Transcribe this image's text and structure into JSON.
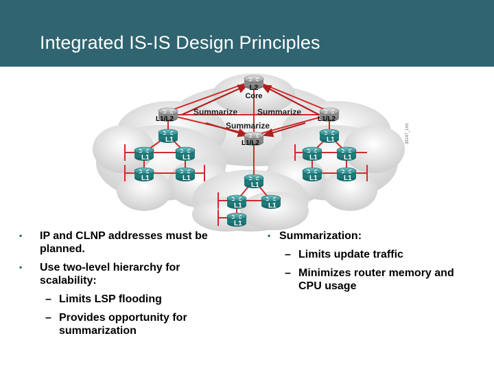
{
  "title": "Integrated IS-IS Design Principles",
  "diagram": {
    "core_router": [
      "L2",
      "Core"
    ],
    "labels": {
      "summarize_left": "Summarize",
      "summarize_right": "Summarize",
      "summarize_bottom": "Summarize",
      "l1l2": "L1/L2",
      "l1": "L1"
    },
    "side_code": "39147_1H1"
  },
  "left_bullets": {
    "items": [
      {
        "text": "IP and CLNP addresses must be planned.",
        "subs": []
      },
      {
        "text": "Use two-level hierarchy for scalability:",
        "subs": [
          "Limits LSP flooding",
          "Provides opportunity for summarization"
        ]
      }
    ]
  },
  "right_bullets": {
    "items": [
      {
        "text": "Summarization:",
        "subs": [
          "Limits update traffic",
          "Minimizes router memory and CPU usage"
        ]
      }
    ]
  },
  "glyphs": {
    "bullet": "•",
    "dash": "–"
  },
  "colors": {
    "header": "#2f6470",
    "router_teal": "#2e8b8b",
    "router_gray": "#9a9a9a",
    "arrow": "#c0392b",
    "link_red": "#d12a2a"
  }
}
